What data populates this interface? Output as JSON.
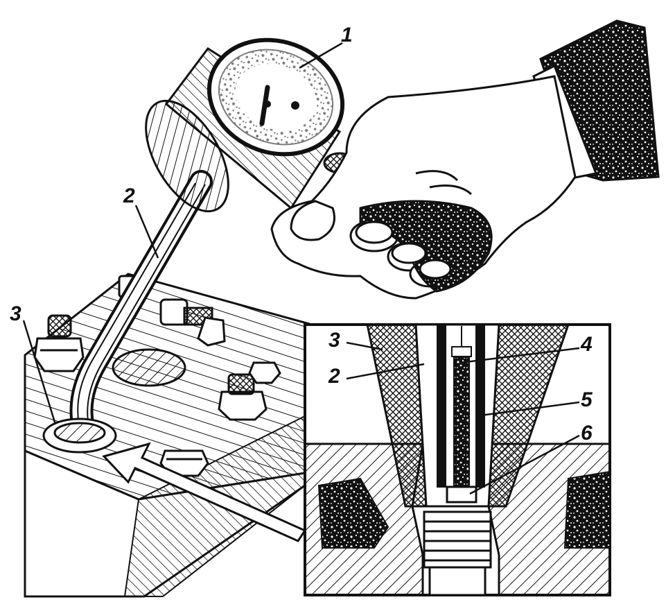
{
  "figure": {
    "colors": {
      "ink": "#111111",
      "paper": "#ffffff"
    },
    "parts": [
      {
        "id": "gauge",
        "icon": "pressure-gauge-icon"
      },
      {
        "id": "tube",
        "icon": "tube-icon"
      },
      {
        "id": "fitting",
        "icon": "fitting-icon"
      },
      {
        "id": "hand",
        "icon": "hand-icon"
      },
      {
        "id": "engine-block",
        "icon": "engine-block-icon"
      },
      {
        "id": "section",
        "icon": "cross-section-icon"
      }
    ],
    "labels": {
      "main_1": "1",
      "main_2": "2",
      "main_3": "3",
      "inset_3": "3",
      "inset_2": "2",
      "inset_4": "4",
      "inset_5": "5",
      "inset_6": "6"
    }
  }
}
